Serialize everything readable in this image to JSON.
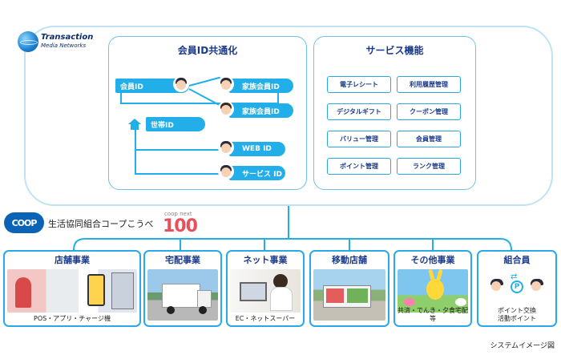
{
  "brand": {
    "logo_line1": "Transaction",
    "logo_line2": "Media Networks"
  },
  "member_panel": {
    "title": "会員ID共通化",
    "member_id": "会員ID",
    "family_1": "家族会員ID",
    "family_2": "家族会員ID",
    "household_id": "世帯ID",
    "web_id": "WEB ID",
    "service_id": "サービス ID"
  },
  "service_panel": {
    "title": "サービス機能",
    "items": [
      "電子レシート",
      "利用履歴管理",
      "デジタルギフト",
      "クーポン管理",
      "バリュー管理",
      "会員管理",
      "ポイント管理",
      "ランク管理"
    ]
  },
  "coop": {
    "logo": "COOP",
    "name": "生活協同組合コープこうべ",
    "next_small": "coop next",
    "next_big": "100"
  },
  "businesses": [
    {
      "title": "店舗事業",
      "caption": "POS・アプリ・チャージ機"
    },
    {
      "title": "宅配事業",
      "caption": ""
    },
    {
      "title": "ネット事業",
      "caption": "EC・ネットスーパー"
    },
    {
      "title": "移動店舗",
      "caption": ""
    },
    {
      "title": "その他事業",
      "caption": "共済・でんき・夕食宅配等"
    },
    {
      "title": "組合員",
      "caption_1": "ポイント交換",
      "caption_2": "活動ポイント"
    }
  ],
  "caption": "システムイメージ図",
  "colors": {
    "accent": "#22aee8",
    "border": "#6fc3ea",
    "title": "#1a3a8a"
  }
}
